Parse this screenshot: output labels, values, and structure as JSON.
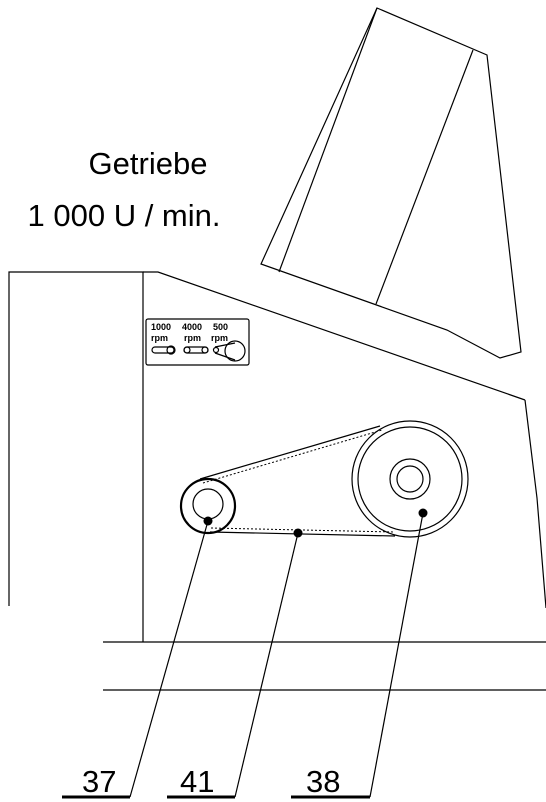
{
  "gearbox": {
    "title": "Getriebe",
    "speed": "1 000 U / min."
  },
  "speed_plate": {
    "speeds": [
      {
        "value": "1000",
        "unit": "rpm"
      },
      {
        "value": "4000",
        "unit": "rpm"
      },
      {
        "value": "500",
        "unit": "rpm"
      }
    ]
  },
  "callouts": [
    {
      "number": "37"
    },
    {
      "number": "41"
    },
    {
      "number": "38"
    }
  ]
}
